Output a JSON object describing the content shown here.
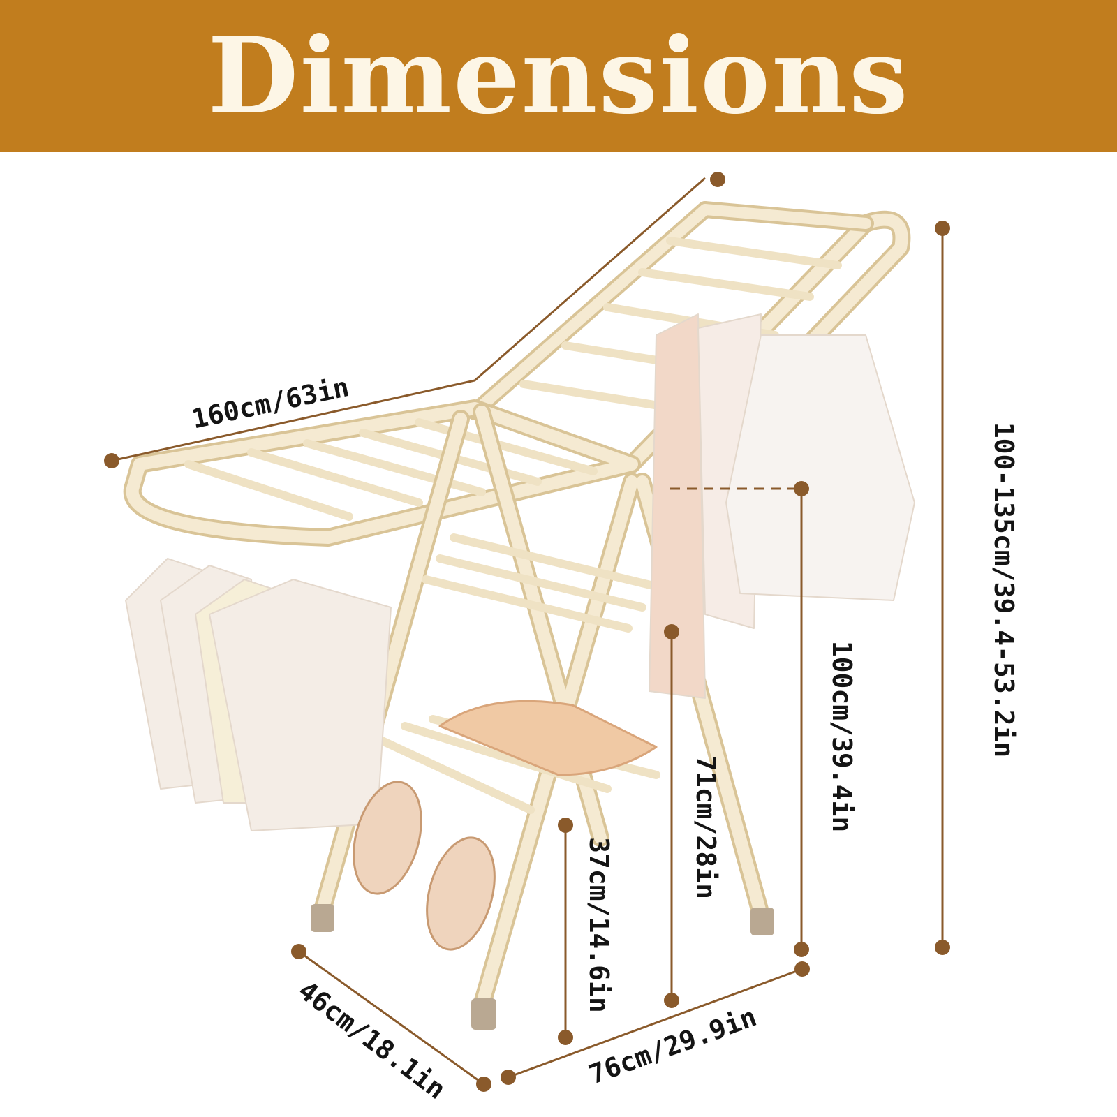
{
  "banner": {
    "title": "Dimensions",
    "color": "#c17d1e",
    "text_color": "#fdf6e6"
  },
  "colors": {
    "frame": "#f2e5c9",
    "frame_edge": "#d9c497",
    "dimension_line": "#8a5a2b",
    "label": "#141414"
  },
  "dimensions": {
    "wing_span": "160cm/63in",
    "total_height": "100-135cm/39.4-53.2in",
    "frame_height": "100cm/39.4in",
    "upper_shelf_height": "71cm/28in",
    "lower_shelf_height": "37cm/14.6in",
    "depth": "46cm/18.1in",
    "width": "76cm/29.9in"
  }
}
